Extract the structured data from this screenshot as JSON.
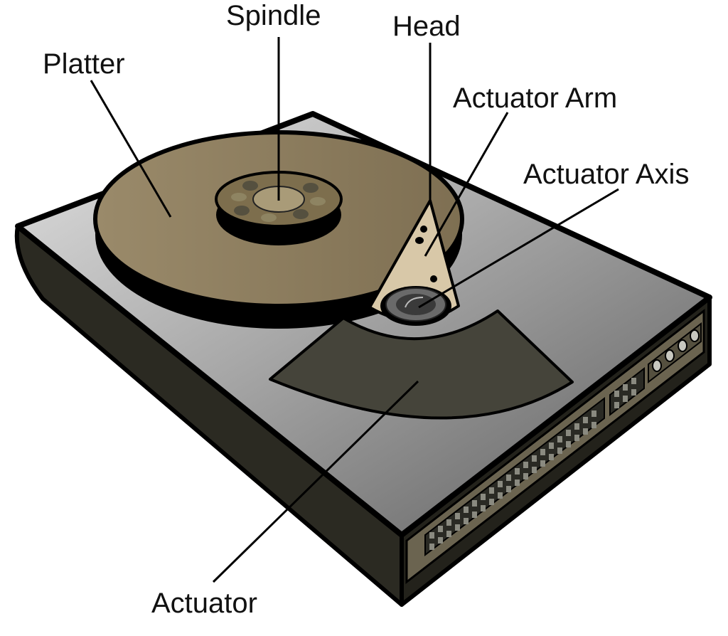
{
  "labels": {
    "spindle": "Spindle",
    "head": "Head",
    "platter": "Platter",
    "actuator_arm": "Actuator Arm",
    "actuator_axis": "Actuator Axis",
    "actuator": "Actuator"
  },
  "colors": {
    "outline": "#000000",
    "platter": "#8b7a5c",
    "spindle_hub": "#7d6e4d",
    "arm": "#d8c8a8",
    "actuator_magnet": "#45443a",
    "case_side": "#2b2a22",
    "connector": "#6b6450"
  }
}
